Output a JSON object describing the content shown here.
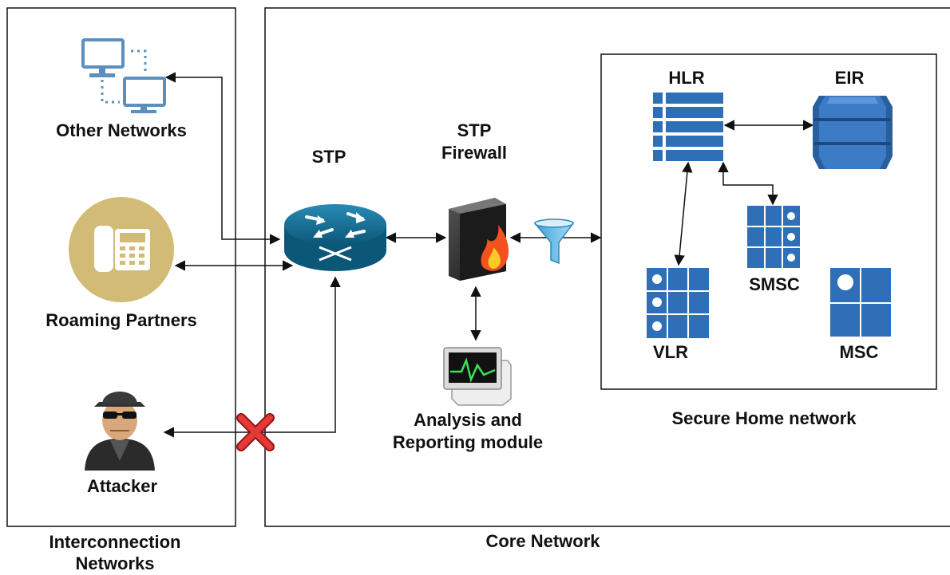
{
  "zones": {
    "interconnection": "Interconnection Networks",
    "core": "Core Network",
    "secure_home": "Secure Home network"
  },
  "nodes": {
    "other_networks": "Other Networks",
    "roaming_partners": "Roaming Partners",
    "attacker": "Attacker",
    "stp": "STP",
    "stp_firewall": "STP Firewall",
    "analysis": "Analysis and Reporting module",
    "hlr": "HLR",
    "eir": "EIR",
    "smsc": "SMSC",
    "vlr": "VLR",
    "msc": "MSC"
  },
  "colors": {
    "line": "#111111",
    "router_blue": "#0f6a8f",
    "server_blue": "#2f6fb8",
    "phone_gold": "#d2bb76",
    "monitor_blue": "#5b8fc0",
    "block_red": "#e53935"
  },
  "icons": {
    "other_networks": "network-monitors-icon",
    "roaming_partners": "telephone-icon",
    "attacker": "spy-icon",
    "stp": "router-icon",
    "stp_firewall": "firewall-icon",
    "filter": "funnel-icon",
    "analysis": "monitor-report-icon",
    "blocked": "red-x-icon"
  }
}
